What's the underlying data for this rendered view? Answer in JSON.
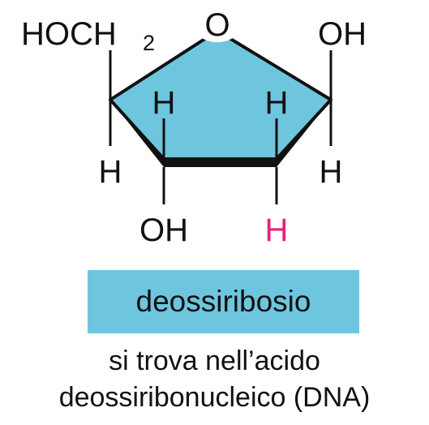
{
  "colors": {
    "ring_fill": "#6ec6de",
    "highlight_h": "#e8207e",
    "label_box": "#6ec6de"
  },
  "structure": {
    "hoch2_main": "HOCH",
    "hoch2_sub": "2",
    "ring_oxygen": "O",
    "c1_oh": "OH",
    "c4_h_top": "H",
    "c1_h_bottom": "H",
    "c4_h_bottom": "H",
    "c2_h_top": "H",
    "c3_oh": "OH",
    "c2_h_bottom": "H"
  },
  "label": "deossiribosio",
  "caption": {
    "line1": "si trova nell’acido",
    "line2": "deossiribonucleico (DNA)"
  }
}
